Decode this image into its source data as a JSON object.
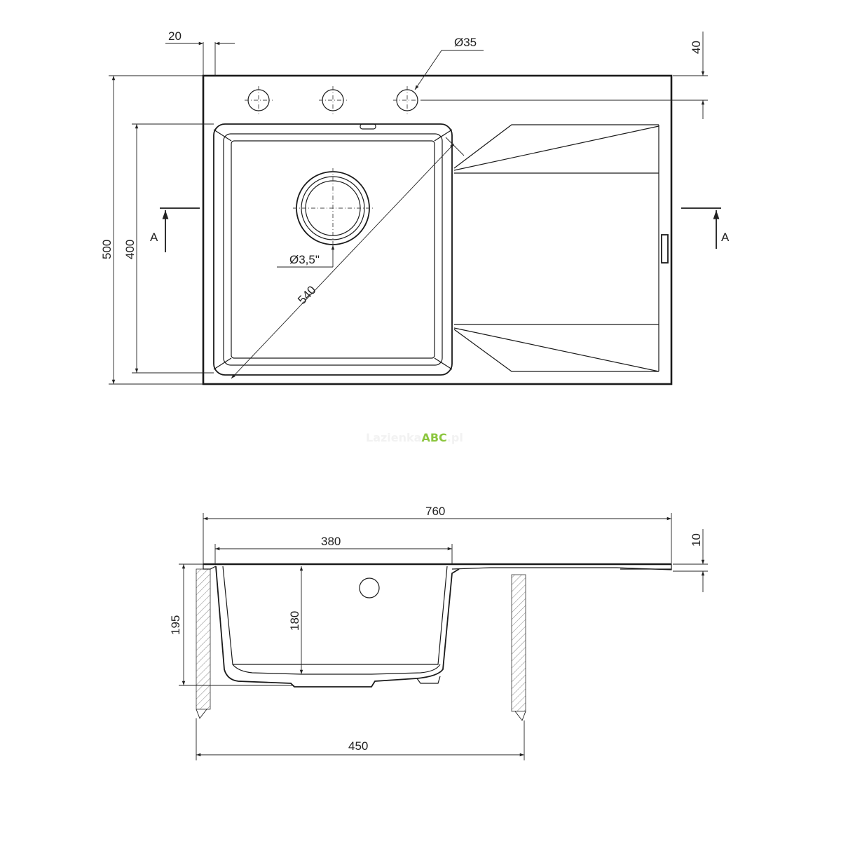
{
  "drawing": {
    "top_view": {
      "dim_width_offset": "20",
      "dim_tap_hole": "Ø35",
      "dim_tap_offset": "40",
      "dim_total_depth": "500",
      "dim_bowl_depth": "400",
      "dim_drain": "Ø3,5\"",
      "dim_diagonal": "540",
      "section_marker_left": "A",
      "section_marker_right": "A"
    },
    "section_view": {
      "dim_total_width": "760",
      "dim_bowl_width": "380",
      "dim_rim_thickness": "10",
      "dim_height": "195",
      "dim_bowl_inner_depth": "180",
      "dim_cabinet": "450"
    },
    "watermark": {
      "prefix": "Lazienka",
      "highlight": "ABC",
      "suffix": ".pl",
      "highlight_color": "#8cc63f"
    }
  }
}
